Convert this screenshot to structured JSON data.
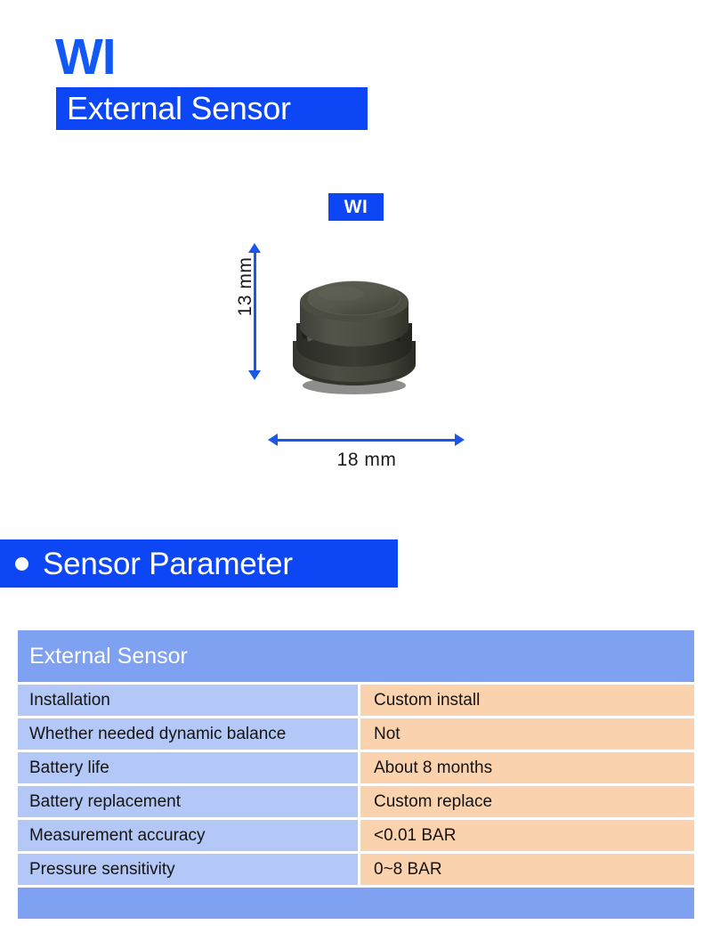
{
  "header": {
    "wordmark": "WI",
    "title": "External Sensor"
  },
  "figure": {
    "badge_label": "WI",
    "height_dimension": "13 mm",
    "width_dimension": "18 mm",
    "product_alt": "external-tpms-sensor",
    "colors": {
      "dimension_blue": "#1a56e8",
      "body_dark": "#4a4a3e",
      "body_top": "#57574a",
      "body_shadow": "#2e2e26"
    }
  },
  "section": {
    "bullet": "•",
    "heading": "Sensor Parameter"
  },
  "spec_table": {
    "head": "External Sensor",
    "rows": [
      {
        "key": "Installation",
        "value": "Custom install"
      },
      {
        "key": "Whether needed dynamic balance",
        "value": "Not"
      },
      {
        "key": "Battery life",
        "value": "About 8 months"
      },
      {
        "key": "Battery replacement",
        "value": "Custom replace"
      },
      {
        "key": "Measurement accuracy",
        "value": "<0.01 BAR"
      },
      {
        "key": "Pressure sensitivity",
        "value": "0~8 BAR"
      }
    ],
    "footer": ""
  },
  "colors": {
    "brand_blue": "#0d47f5",
    "wordmark_blue": "#1258f5",
    "table_header_blue": "#7fa1f2",
    "table_key_blue": "#b4c8f7",
    "table_value_peach": "#fbd2ae",
    "page_background": "#ffffff"
  }
}
